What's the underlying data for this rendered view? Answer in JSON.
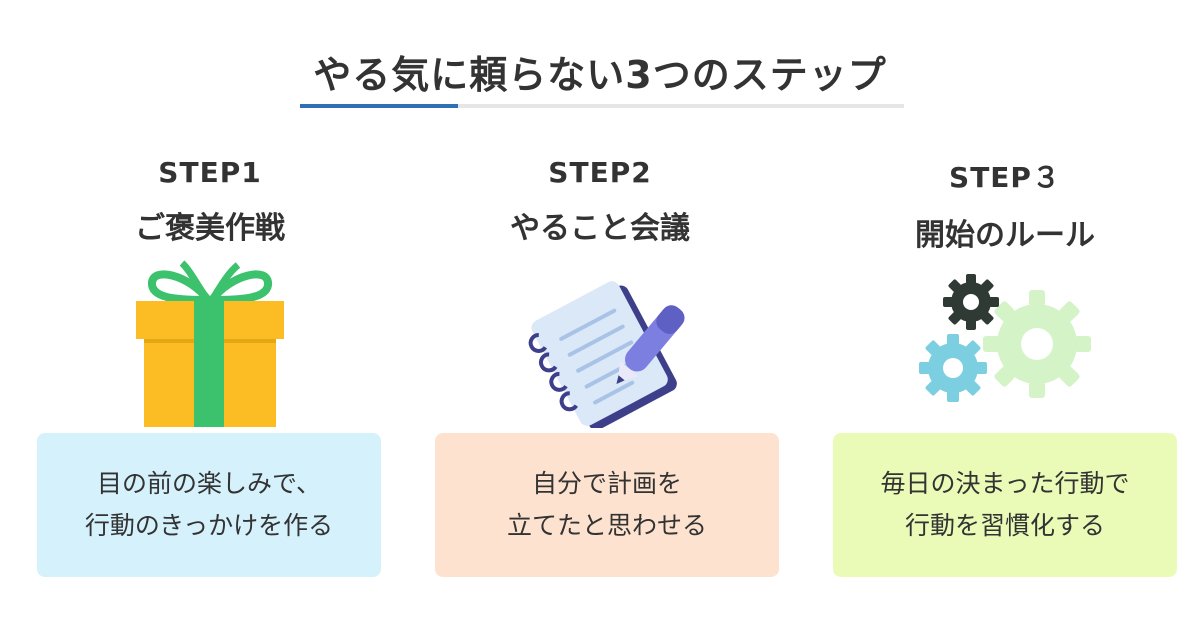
{
  "title": "やる気に頼らない3つのステップ",
  "steps": [
    {
      "label": "STEP1",
      "name": "ご褒美作戦",
      "lines": [
        "目の前の楽しみで、",
        "行動のきっかけを作る"
      ],
      "icon": "gift-icon",
      "card_color": "#d5f1fb"
    },
    {
      "label": "STEP2",
      "name": "やること会議",
      "lines": [
        "自分で計画を",
        "立てたと思わせる"
      ],
      "icon": "notebook-pen-icon",
      "card_color": "#fde3cf"
    },
    {
      "label": "STEP３",
      "name": "開始のルール",
      "lines": [
        "毎日の決まった行動で",
        "行動を習慣化する"
      ],
      "icon": "gears-icon",
      "card_color": "#eafbb7"
    }
  ],
  "colors": {
    "accent": "#2f6fb6",
    "text": "#333333"
  }
}
